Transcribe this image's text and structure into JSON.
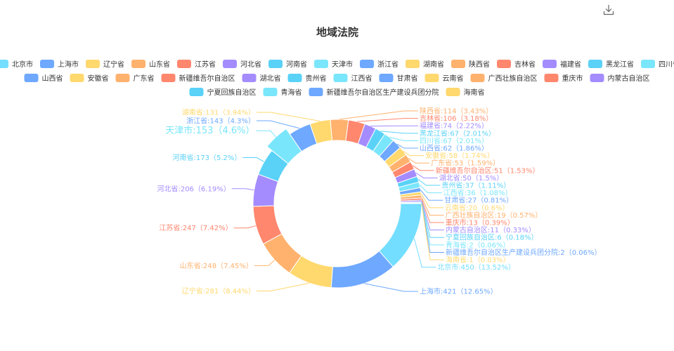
{
  "toolbar": {
    "download_icon": "download-icon"
  },
  "chart_data": {
    "type": "pie",
    "title": "地域法院",
    "legend_position": "top",
    "highlighted": "天津市",
    "series": [
      {
        "name": "北京市",
        "value": 450,
        "pct": "13.52%",
        "color": "#73DEFF"
      },
      {
        "name": "上海市",
        "value": 421,
        "pct": "12.65%",
        "color": "#6EA8FF"
      },
      {
        "name": "辽宁省",
        "value": 281,
        "pct": "8.44%",
        "color": "#FFD86E"
      },
      {
        "name": "山东省",
        "value": 248,
        "pct": "7.45%",
        "color": "#FFB26E"
      },
      {
        "name": "江苏省",
        "value": 247,
        "pct": "7.42%",
        "color": "#FF876E"
      },
      {
        "name": "河北省",
        "value": 206,
        "pct": "6.19%",
        "color": "#A48CFF"
      },
      {
        "name": "河南省",
        "value": 173,
        "pct": "5.2%",
        "color": "#5AD2F7"
      },
      {
        "name": "天津市",
        "value": 153,
        "pct": "4.6%",
        "color": "#7AE6FB"
      },
      {
        "name": "浙江省",
        "value": 143,
        "pct": "4.3%",
        "color": "#6EA8FF"
      },
      {
        "name": "湖南省",
        "value": 131,
        "pct": "3.94%",
        "color": "#FFD86E"
      },
      {
        "name": "陕西省",
        "value": 114,
        "pct": "3.43%",
        "color": "#FFB26E"
      },
      {
        "name": "吉林省",
        "value": 106,
        "pct": "3.18%",
        "color": "#FF876E"
      },
      {
        "name": "福建省",
        "value": 74,
        "pct": "2.22%",
        "color": "#A48CFF"
      },
      {
        "name": "黑龙江省",
        "value": 67,
        "pct": "2.01%",
        "color": "#5AD2F7"
      },
      {
        "name": "四川省",
        "value": 67,
        "pct": "2.01%",
        "color": "#7AE6FB"
      },
      {
        "name": "山西省",
        "value": 62,
        "pct": "1.86%",
        "color": "#6EA8FF"
      },
      {
        "name": "安徽省",
        "value": 58,
        "pct": "1.74%",
        "color": "#FFD86E"
      },
      {
        "name": "广东省",
        "value": 53,
        "pct": "1.59%",
        "color": "#FFB26E"
      },
      {
        "name": "新疆维吾尔自治区",
        "value": 51,
        "pct": "1.53%",
        "color": "#FF876E"
      },
      {
        "name": "湖北省",
        "value": 50,
        "pct": "1.5%",
        "color": "#A48CFF"
      },
      {
        "name": "贵州省",
        "value": 37,
        "pct": "1.11%",
        "color": "#5AD2F7"
      },
      {
        "name": "江西省",
        "value": 36,
        "pct": "1.08%",
        "color": "#7AE6FB"
      },
      {
        "name": "甘肃省",
        "value": 27,
        "pct": "0.81%",
        "color": "#6EA8FF"
      },
      {
        "name": "云南省",
        "value": 20,
        "pct": "0.6%",
        "color": "#FFD86E"
      },
      {
        "name": "广西壮族自治区",
        "value": 19,
        "pct": "0.57%",
        "color": "#FFB26E"
      },
      {
        "name": "重庆市",
        "value": 13,
        "pct": "0.39%",
        "color": "#FF876E"
      },
      {
        "name": "内蒙古自治区",
        "value": 11,
        "pct": "0.33%",
        "color": "#A48CFF"
      },
      {
        "name": "宁夏回族自治区",
        "value": 6,
        "pct": "0.18%",
        "color": "#5AD2F7"
      },
      {
        "name": "青海省",
        "value": 2,
        "pct": "0.06%",
        "color": "#7AE6FB"
      },
      {
        "name": "新疆维吾尔自治区生产建设兵团分院",
        "value": 2,
        "pct": "0.06%",
        "color": "#6EA8FF"
      },
      {
        "name": "海南省",
        "value": 1,
        "pct": "0.03%",
        "color": "#FFD86E"
      }
    ]
  }
}
